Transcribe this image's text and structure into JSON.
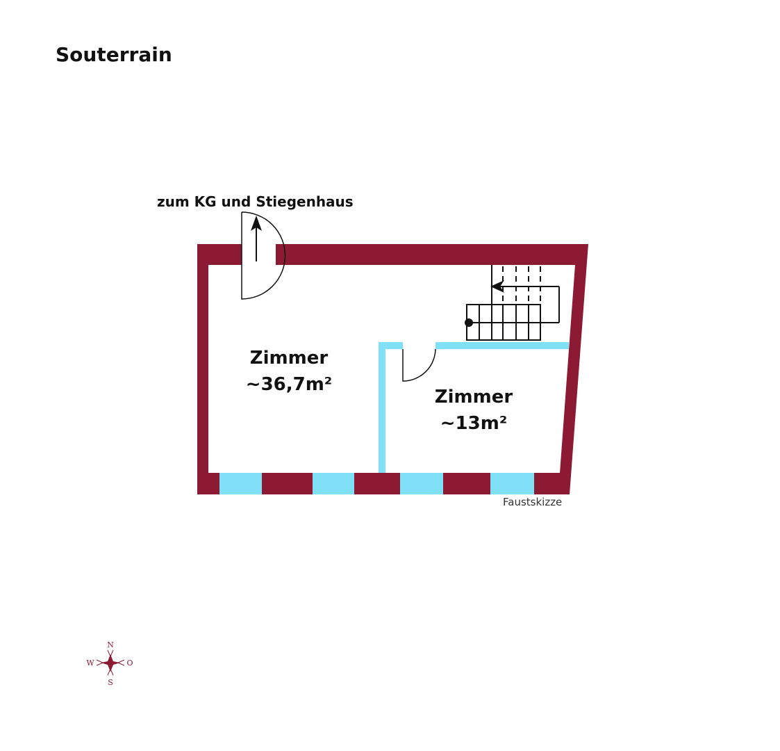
{
  "title": "Souterrain",
  "access_label": "zum KG und Stiegenhaus",
  "rooms": [
    {
      "name": "Zimmer",
      "area": "~36,7m²"
    },
    {
      "name": "Zimmer",
      "area": "~13m²"
    }
  ],
  "note": "Faustskizze",
  "compass": {
    "n": "N",
    "s": "S",
    "w": "W",
    "e": "O"
  },
  "colors": {
    "wall": "#8b1a32",
    "window": "#80e0f8"
  }
}
